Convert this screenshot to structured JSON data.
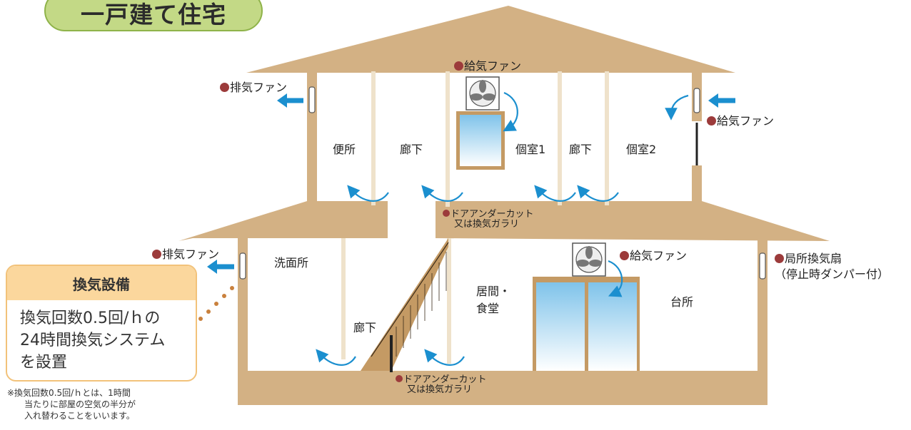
{
  "title": "一戸建て住宅",
  "labels": {
    "supply_fan_top": "給気ファン",
    "exhaust_fan_upper": "排気ファン",
    "supply_fan_right": "給気ファン",
    "exhaust_fan_lower": "排気ファン",
    "supply_fan_lower": "給気ファン",
    "local_fan_line1": "局所換気扇",
    "local_fan_line2": "（停止時ダンパー付）",
    "door_undercut_upper_line1": "ドアアンダーカット",
    "door_undercut_upper_line2": "又は換気ガラリ",
    "door_undercut_lower_line1": "ドアアンダーカット",
    "door_undercut_lower_line2": "又は換気ガラリ"
  },
  "rooms": {
    "toilet": "便所",
    "hallway_upper_1": "廊下",
    "private_room_1": "個室1",
    "hallway_upper_2": "廊下",
    "private_room_2": "個室2",
    "washroom": "洗面所",
    "living_line1": "居間・",
    "living_line2": "食堂",
    "kitchen": "台所",
    "hallway_lower": "廊下"
  },
  "panel": {
    "heading": "換気設備",
    "body_line1": "換気回数0.5回/ｈの",
    "body_line2": "24時間換気システム",
    "body_line3": "を設置"
  },
  "note": {
    "line1": "※換気回数0.5回/ｈとは、1時間",
    "line2": "当たりに部屋の空気の半分が",
    "line3": "入れ替わることをいいます。"
  },
  "colors": {
    "wall": "#d3b184",
    "panel_header": "#fbd79d",
    "title_pill": "#c3d986",
    "arrow_blue": "#1b8fcf",
    "marker": "#9c3b3b"
  }
}
